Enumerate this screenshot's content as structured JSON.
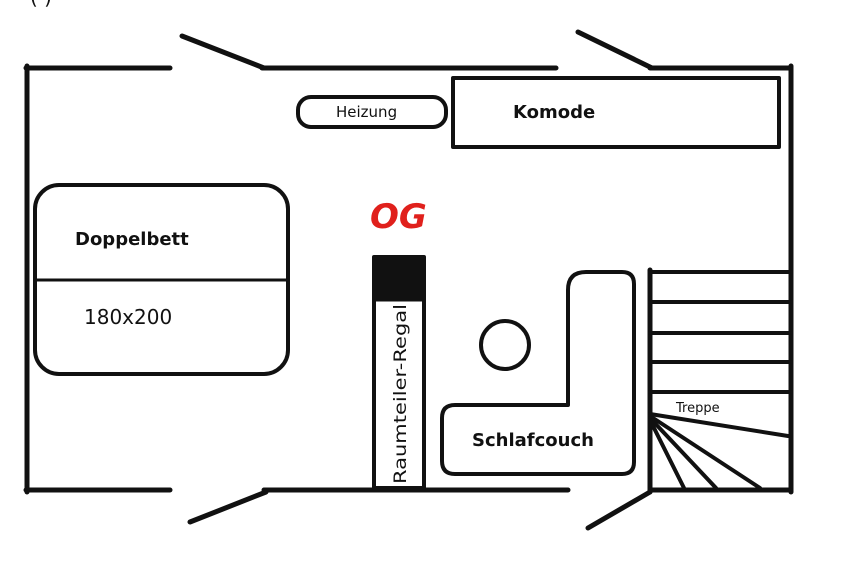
{
  "header": {
    "title_fragment": "(                              )"
  },
  "floor_label": {
    "text": "OG",
    "color": "#e0201c"
  },
  "furniture": {
    "heizung": "Heizung",
    "komode": "Komode",
    "doppelbett": "Doppelbett",
    "bett_masse": "180x200",
    "raumteiler": "Raumteiler-Regal",
    "schlafcouch": "Schlafcouch",
    "treppe": "Treppe"
  },
  "colors": {
    "line": "#111111",
    "background": "#ffffff"
  }
}
